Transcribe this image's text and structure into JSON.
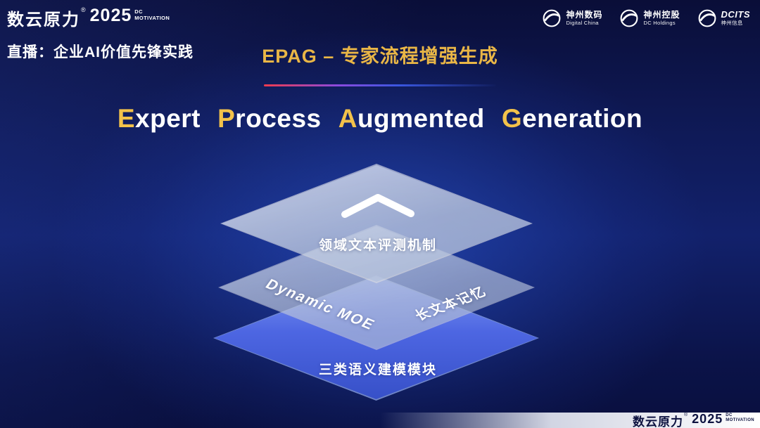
{
  "brand": {
    "name": "数云原力",
    "reg": "®",
    "year": "2025",
    "line1": "DC",
    "line2": "MOTIVATION"
  },
  "header": {
    "live_caption": "直播：企业AI价值先锋实践",
    "kicker": "EPAG – 专家流程增强生成",
    "logos": [
      {
        "cn": "神州数码",
        "en": "Digital China"
      },
      {
        "cn": "神州控股",
        "en": "DC Holdings"
      },
      {
        "cn": "DCITS",
        "en": "神州信息"
      }
    ]
  },
  "title": {
    "w1_lead": "E",
    "w1_rest": "xpert",
    "w2_lead": "P",
    "w2_rest": "rocess",
    "w3_lead": "A",
    "w3_rest": "ugmented",
    "w4_lead": "G",
    "w4_rest": "eneration"
  },
  "diagram": {
    "top_label": "领域文本评测机制",
    "mid_label_left": "Dynamic MOE",
    "mid_label_right": "长文本记忆",
    "bottom_label": "三类语义建模模块"
  },
  "icons": {
    "chevron": "chevron-up",
    "partner_mark": "swoosh-circle"
  },
  "colors": {
    "gold": "#f3c24a",
    "accent_red": "#ef3b4e",
    "layer_blue": "#4d66e2",
    "background_navy": "#0f1a58"
  }
}
